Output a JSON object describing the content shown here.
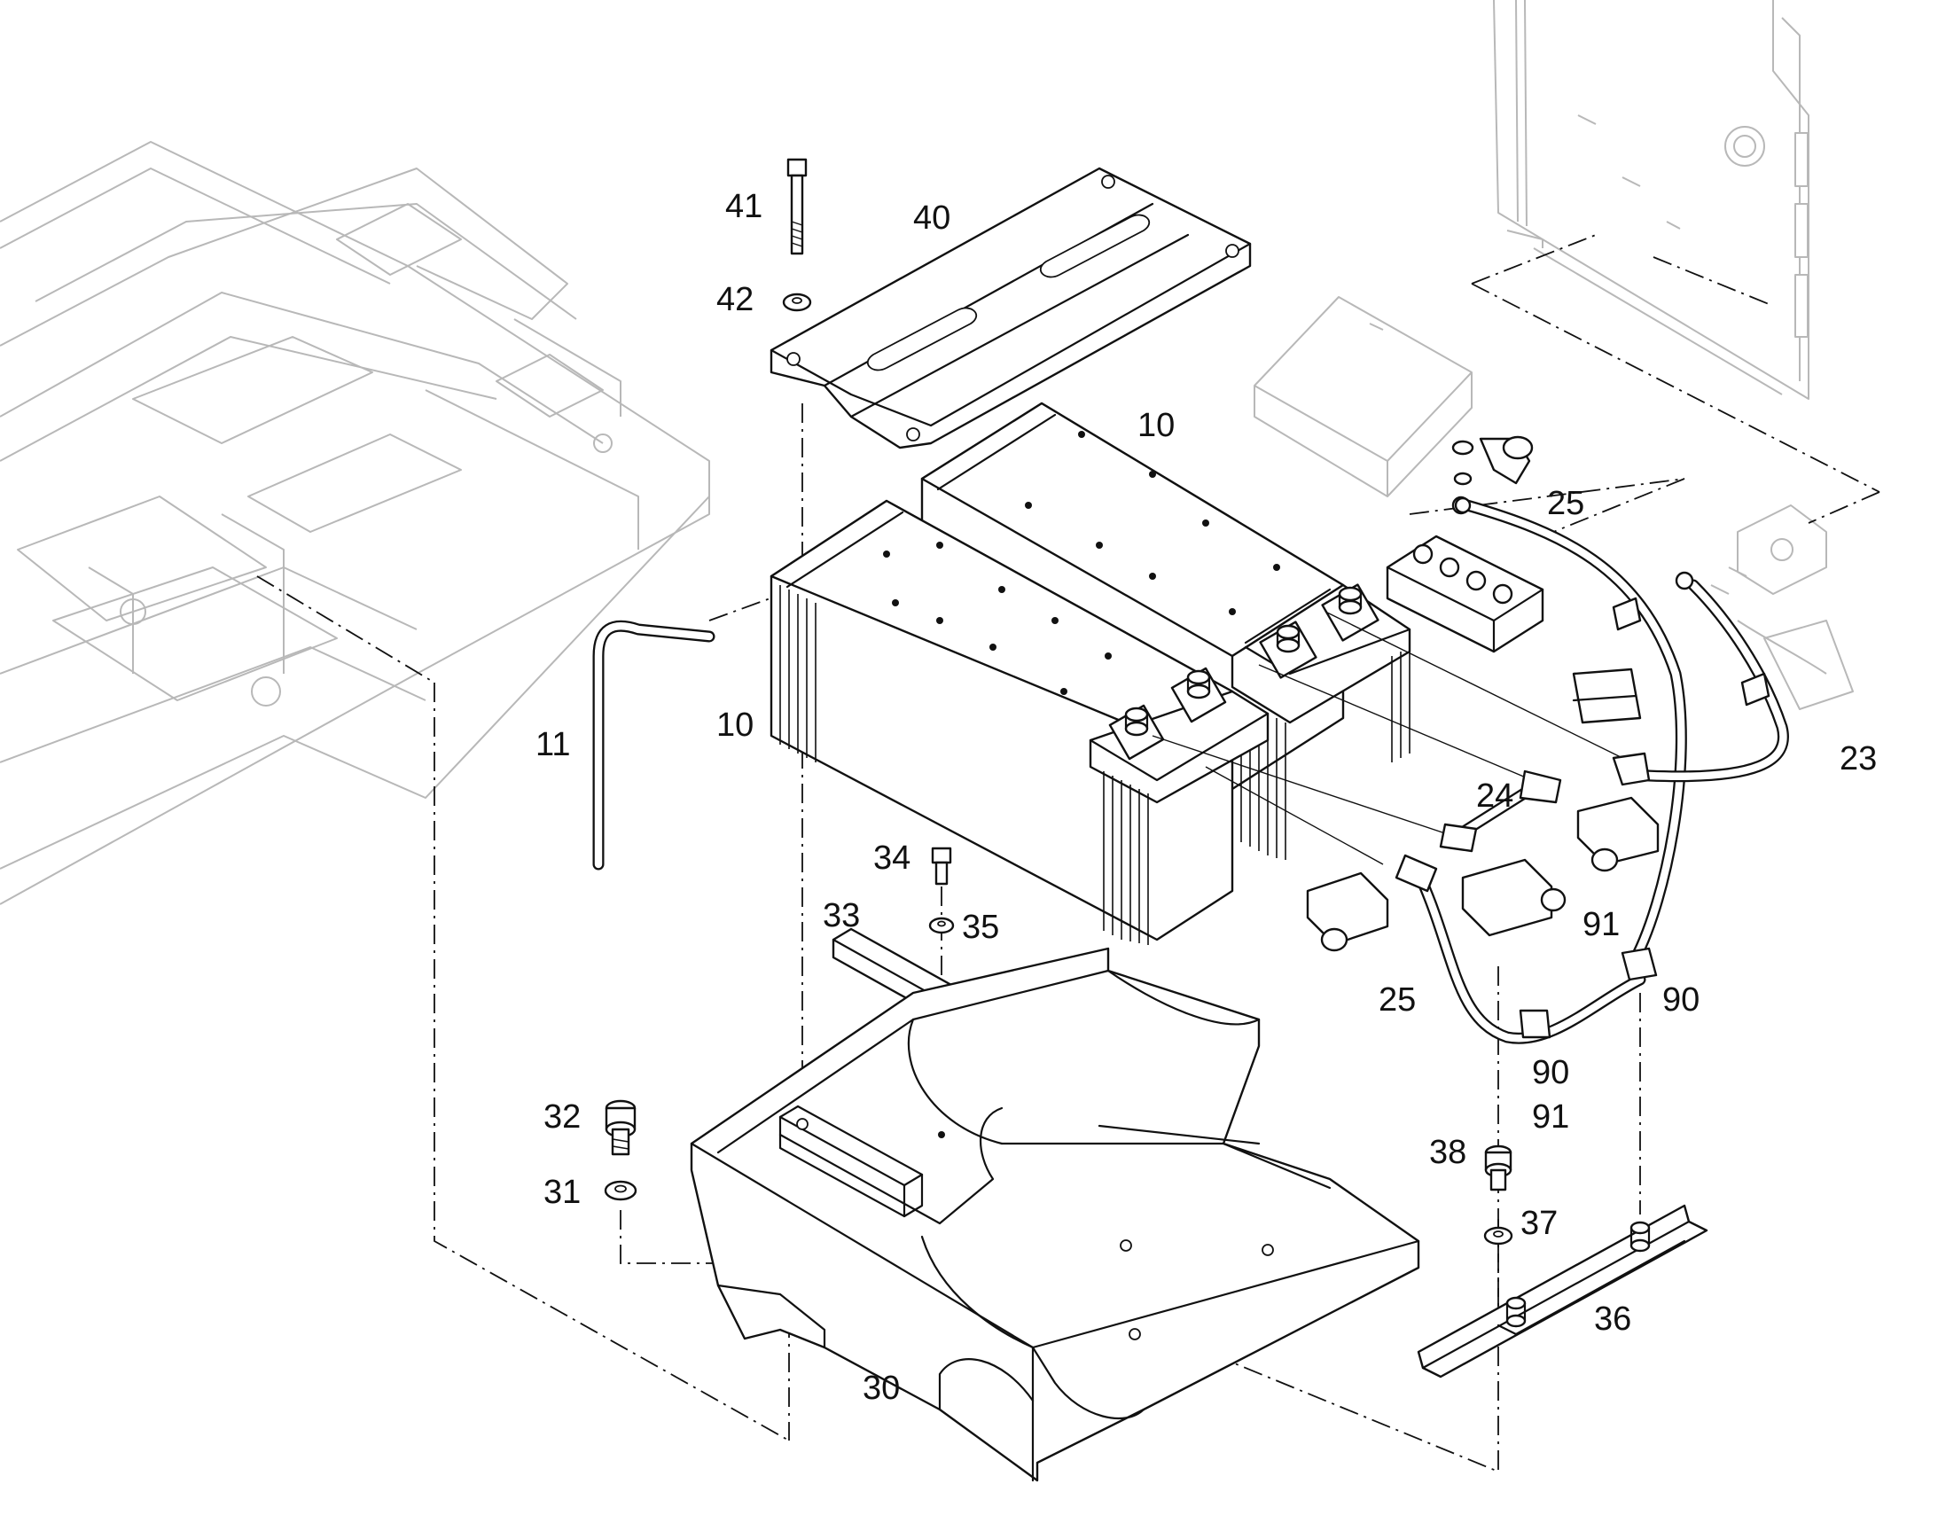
{
  "callouts": [
    {
      "id": "c41",
      "text": "41"
    },
    {
      "id": "c40",
      "text": "40"
    },
    {
      "id": "c42",
      "text": "42"
    },
    {
      "id": "c10a",
      "text": "10"
    },
    {
      "id": "c25a",
      "text": "25"
    },
    {
      "id": "c11",
      "text": "11"
    },
    {
      "id": "c10b",
      "text": "10"
    },
    {
      "id": "c23",
      "text": "23"
    },
    {
      "id": "c24",
      "text": "24"
    },
    {
      "id": "c34",
      "text": "34"
    },
    {
      "id": "c35",
      "text": "35"
    },
    {
      "id": "c33",
      "text": "33"
    },
    {
      "id": "c91a",
      "text": "91"
    },
    {
      "id": "c90a",
      "text": "90"
    },
    {
      "id": "c25b",
      "text": "25"
    },
    {
      "id": "c90b",
      "text": "90"
    },
    {
      "id": "c91b",
      "text": "91"
    },
    {
      "id": "c32",
      "text": "32"
    },
    {
      "id": "c31",
      "text": "31"
    },
    {
      "id": "c38",
      "text": "38"
    },
    {
      "id": "c37",
      "text": "37"
    },
    {
      "id": "c36",
      "text": "36"
    },
    {
      "id": "c30",
      "text": "30"
    }
  ]
}
